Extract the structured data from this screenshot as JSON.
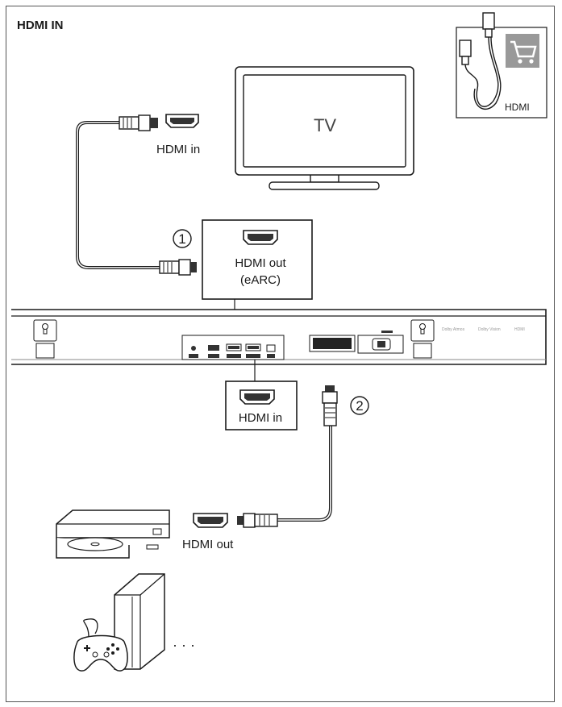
{
  "header": {
    "title": "HDMI IN"
  },
  "accessory": {
    "label": "HDMI",
    "icon": "shopping-cart-icon"
  },
  "tv": {
    "label": "TV"
  },
  "soundbar_ports": {
    "hdmi_out": {
      "line1": "HDMI out",
      "line2": "(eARC)"
    },
    "hdmi_in": {
      "label": "HDMI in"
    }
  },
  "tv_port": {
    "label": "HDMI in"
  },
  "source_port": {
    "label": "HDMI out"
  },
  "steps": {
    "step1": "1",
    "step2": "2"
  },
  "soundbar_logos": {
    "logo1": "Dolby Atmos",
    "logo2": "Dolby Vision",
    "logo3": "HDMI"
  },
  "more_devices": {
    "ellipsis": "· · ·"
  },
  "colors": {
    "outline": "#1a1a1a",
    "frame": "#555555",
    "icon_fill": "#999999"
  }
}
